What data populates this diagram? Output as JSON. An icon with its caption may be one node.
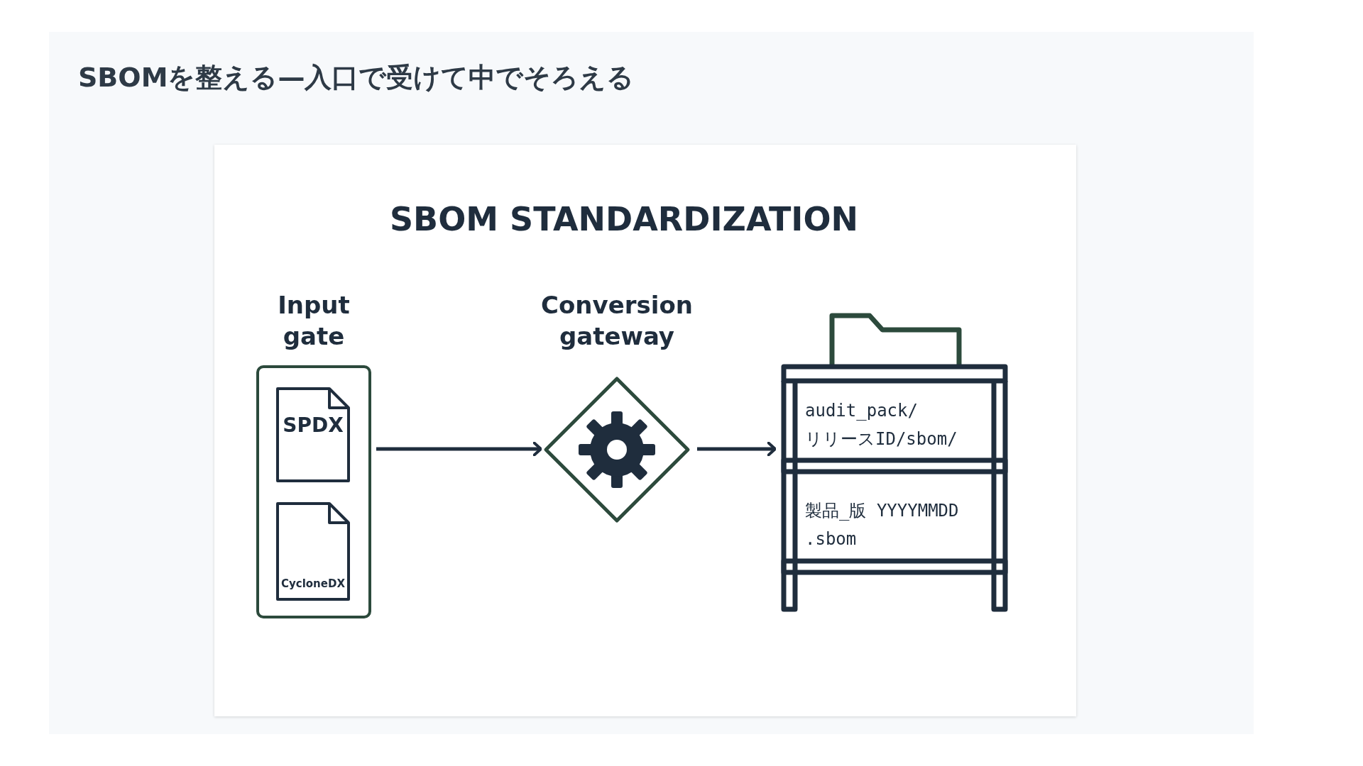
{
  "diagram": {
    "title": "SBOMを整える—入口で受けて中でそろえる",
    "nodes": [
      {
        "text": [
          "Input gate"
        ]
      },
      {
        "text": [
          "SPDX"
        ],
        "in": 0
      },
      {
        "text": [
          "CycloneDX"
        ],
        "in": 0
      },
      {
        "text": [
          "Conversion gateway"
        ]
      },
      {
        "text": [],
        "shape": "box"
      },
      {
        "text": [
          "audit_pack/ リリースID/sbom/"
        ],
        "in": 4
      },
      {
        "text": [
          "製品_版 YYYYMMDD .sbom"
        ],
        "in": 4
      }
    ],
    "edges": [
      {
        "from": 0,
        "to": 3,
        "arrow": "to"
      },
      {
        "from": 3,
        "to": 4,
        "arrow": "to"
      }
    ],
    "labels": [
      "SBOM STANDARDIZATION"
    ]
  }
}
